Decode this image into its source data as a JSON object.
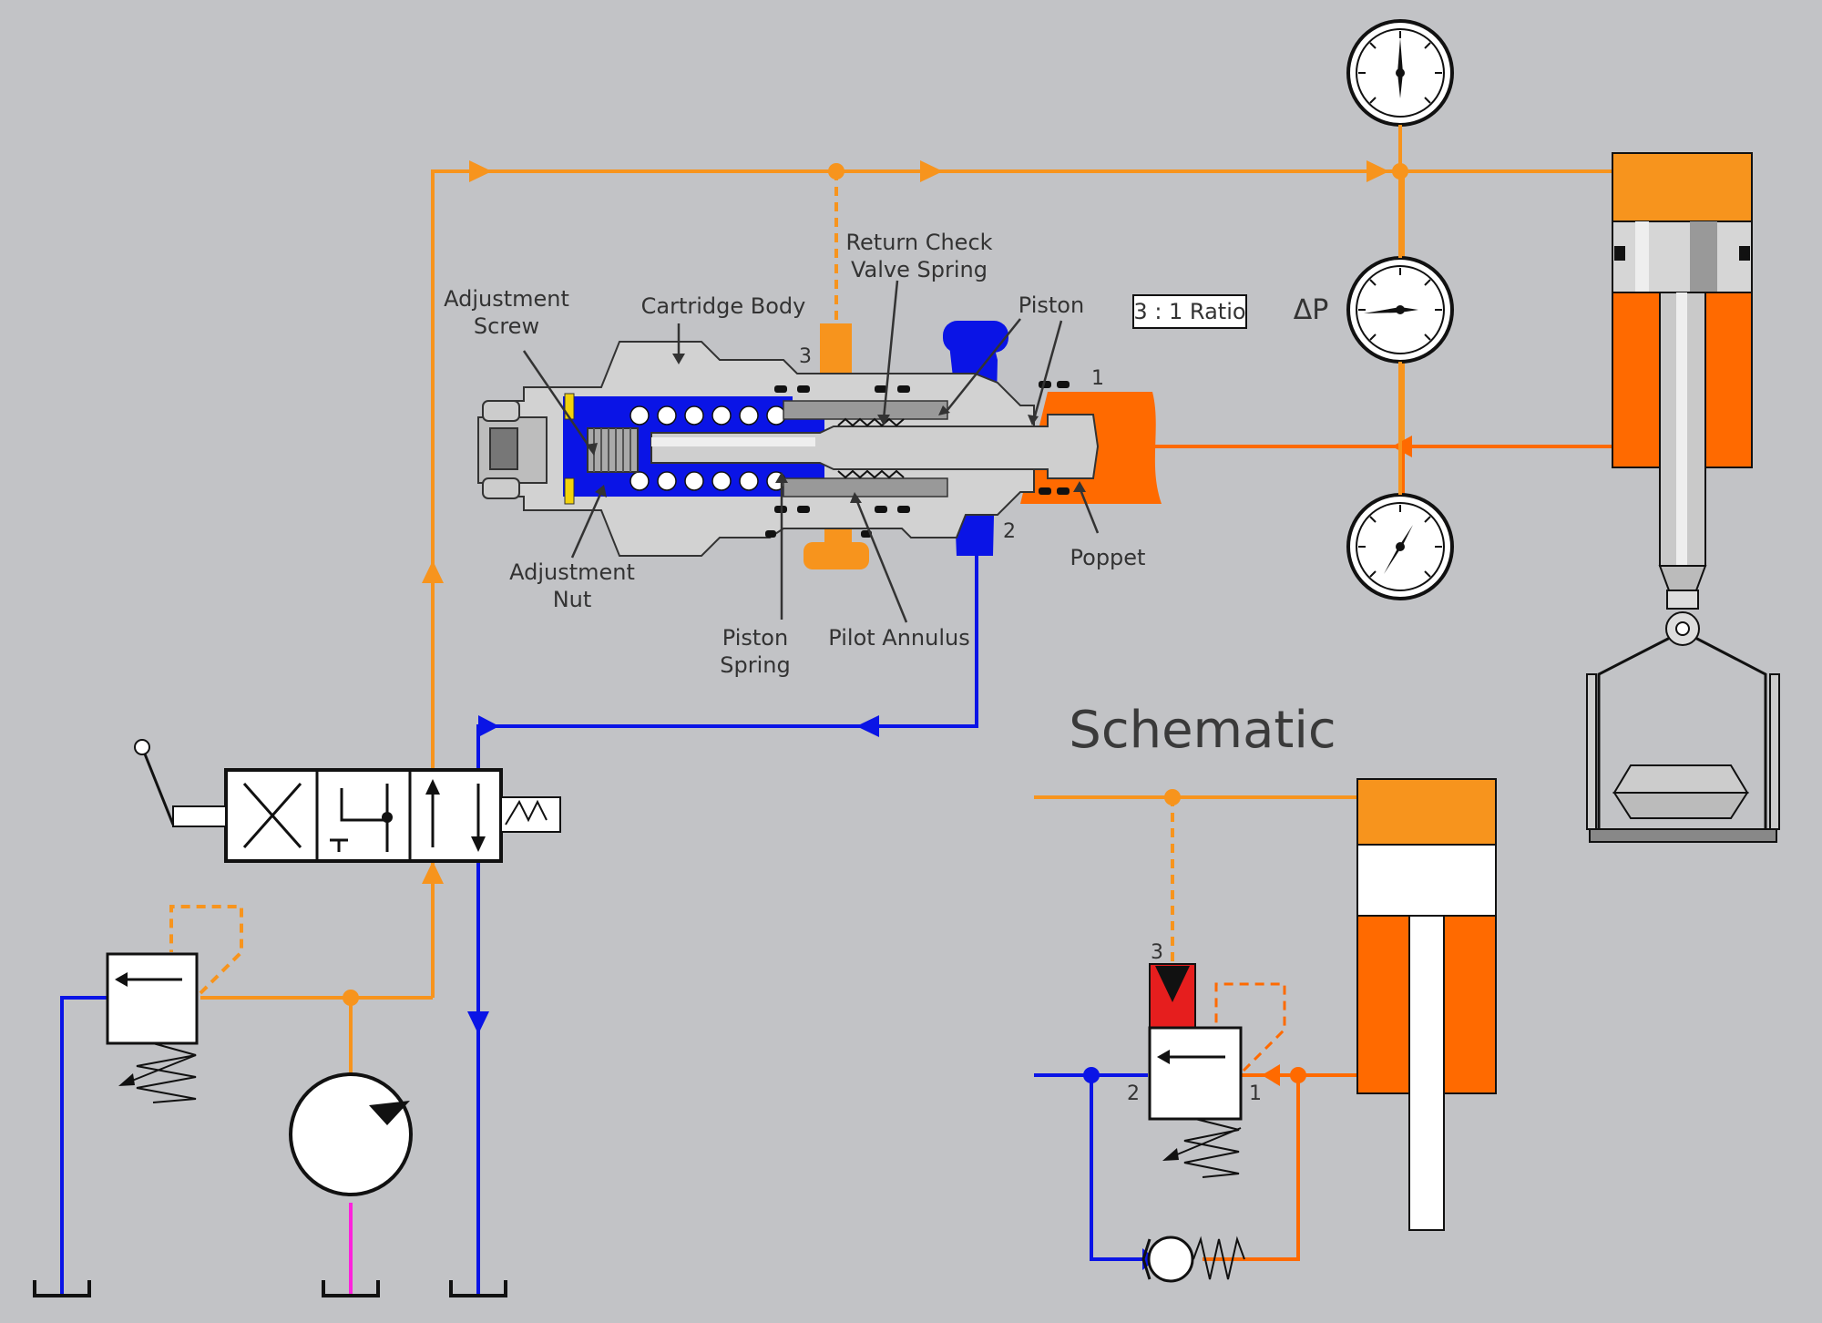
{
  "labels": {
    "adjustment_screw": [
      "Adjustment",
      "Screw"
    ],
    "cartridge_body": "Cartridge Body",
    "return_check_spring": [
      "Return Check",
      "Valve Spring"
    ],
    "piston": "Piston",
    "ratio": "3 : 1 Ratio",
    "delta_p": "ΔP",
    "adjustment_nut": [
      "Adjustment",
      "Nut"
    ],
    "piston_spring": [
      "Piston",
      "Spring"
    ],
    "pilot_annulus": "Pilot Annulus",
    "poppet": "Poppet",
    "schematic_title": "Schematic"
  },
  "ports": {
    "cutaway_pilot": "3",
    "cutaway_load": "1",
    "cutaway_tank": "2",
    "schematic_pilot": "3",
    "schematic_tank": "2",
    "schematic_load": "1"
  },
  "colors": {
    "background": "#c2c3c6",
    "pressure_line": "#f7941d",
    "load_line": "#ff6a00",
    "tank_line": "#0a14e6",
    "drain_line": "#ff22dd",
    "pilot_cap": "#e61e1e"
  },
  "icons": {
    "gauges": "pressure-gauge-icon",
    "pump": "pump-icon",
    "tank": "tank-icon",
    "directional_valve": "directional-valve-icon",
    "relief_valve": "relief-valve-icon",
    "check_valve": "check-valve-icon"
  }
}
